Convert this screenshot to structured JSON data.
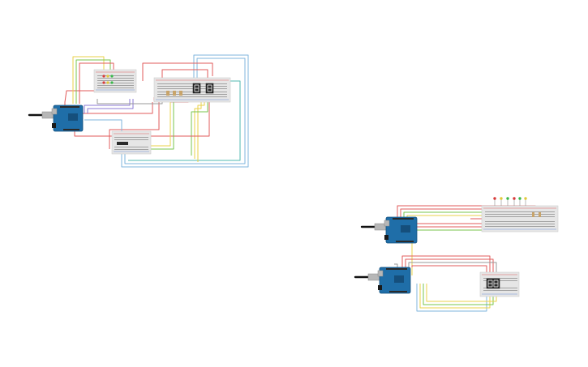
{
  "canvas": {
    "background": "#ffffff",
    "wire_colors": {
      "red": "#e25b5b",
      "green": "#79c44c",
      "yellow": "#e8d24a",
      "blue": "#7fb6dd",
      "teal": "#52b9b0",
      "purple": "#8b78d6",
      "gray": "#9a9a9a"
    },
    "led_colors": [
      "#d83a3a",
      "#e2c93a",
      "#39b84a",
      "#d83a3a",
      "#39b84a",
      "#e2c93a"
    ]
  },
  "circuits": [
    {
      "name": "circuit-1",
      "components": [
        "arduino-uno",
        "usb-cable",
        "led-breadboard",
        "display-breadboard",
        "seven-segment-display",
        "seven-segment-display",
        "ic-breadboard",
        "ic-chip"
      ]
    },
    {
      "name": "circuit-2",
      "components": [
        "arduino-uno",
        "usb-cable",
        "led-breadboard",
        "arduino-uno",
        "usb-cable",
        "seven-segment-display",
        "small-breadboard"
      ]
    }
  ]
}
